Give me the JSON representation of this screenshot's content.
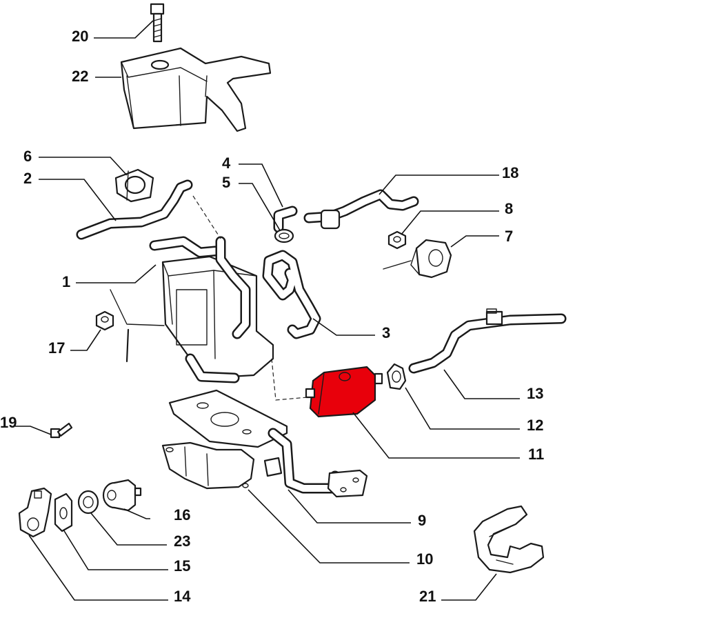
{
  "diagram": {
    "highlight_color": "#e8000b",
    "line_color": "#111111",
    "callouts": [
      {
        "id": "c20",
        "text": "20",
        "part": "bolt"
      },
      {
        "id": "c22",
        "text": "22",
        "part": "heat-shield-bracket"
      },
      {
        "id": "c6",
        "text": "6",
        "part": "hose-clamp"
      },
      {
        "id": "c2",
        "text": "2",
        "part": "hose"
      },
      {
        "id": "c4",
        "text": "4",
        "part": "hose-elbow"
      },
      {
        "id": "c5",
        "text": "5",
        "part": "hose-clamp-small"
      },
      {
        "id": "c18",
        "text": "18",
        "part": "hose-pipe"
      },
      {
        "id": "c8",
        "text": "8",
        "part": "nut"
      },
      {
        "id": "c7",
        "text": "7",
        "part": "bracket-clip"
      },
      {
        "id": "c1",
        "text": "1",
        "part": "heater-unit"
      },
      {
        "id": "c3",
        "text": "3",
        "part": "hose-loop"
      },
      {
        "id": "c17",
        "text": "17",
        "part": "nut"
      },
      {
        "id": "c13",
        "text": "13",
        "part": "exhaust-pipe"
      },
      {
        "id": "c12",
        "text": "12",
        "part": "pipe-clamp"
      },
      {
        "id": "c19",
        "text": "19",
        "part": "screw"
      },
      {
        "id": "c11",
        "text": "11",
        "part": "silencer"
      },
      {
        "id": "c9",
        "text": "9",
        "part": "mounting-bracket"
      },
      {
        "id": "c16",
        "text": "16",
        "part": "rubber-mount"
      },
      {
        "id": "c23",
        "text": "23",
        "part": "washer"
      },
      {
        "id": "c10",
        "text": "10",
        "part": "support-plate"
      },
      {
        "id": "c15",
        "text": "15",
        "part": "gasket"
      },
      {
        "id": "c14",
        "text": "14",
        "part": "bracket"
      },
      {
        "id": "c21",
        "text": "21",
        "part": "cable-clip"
      }
    ]
  }
}
